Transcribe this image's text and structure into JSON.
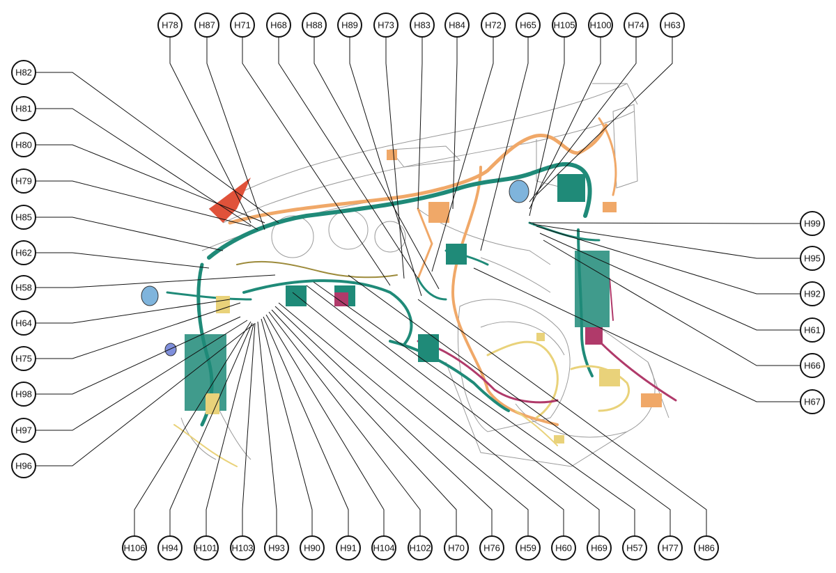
{
  "callouts": {
    "top": [
      "H78",
      "H87",
      "H71",
      "H68",
      "H88",
      "H89",
      "H73",
      "H83",
      "H84",
      "H72",
      "H65",
      "H105",
      "H100",
      "H74",
      "H63"
    ],
    "left": [
      "H82",
      "H81",
      "H80",
      "H79",
      "H85",
      "H62",
      "H58",
      "H64",
      "H75",
      "H98",
      "H97",
      "H96"
    ],
    "right": [
      "H99",
      "H95",
      "H92",
      "H61",
      "H66",
      "H67"
    ],
    "bottom": [
      "H106",
      "H94",
      "H101",
      "H103",
      "H93",
      "H90",
      "H91",
      "H104",
      "H102",
      "H70",
      "H76",
      "H59",
      "H60",
      "H69",
      "H57",
      "H77",
      "H86"
    ]
  },
  "colors": {
    "harness_main": "#1f8a78",
    "harness_orange": "#f0a868",
    "harness_yellow": "#e9d27a",
    "harness_magenta": "#b03a6a",
    "harness_olive": "#9c8a3a",
    "accent_red": "#e0523a",
    "accent_blue": "#7fb4dc",
    "body_outline": "#9a9a9a"
  }
}
